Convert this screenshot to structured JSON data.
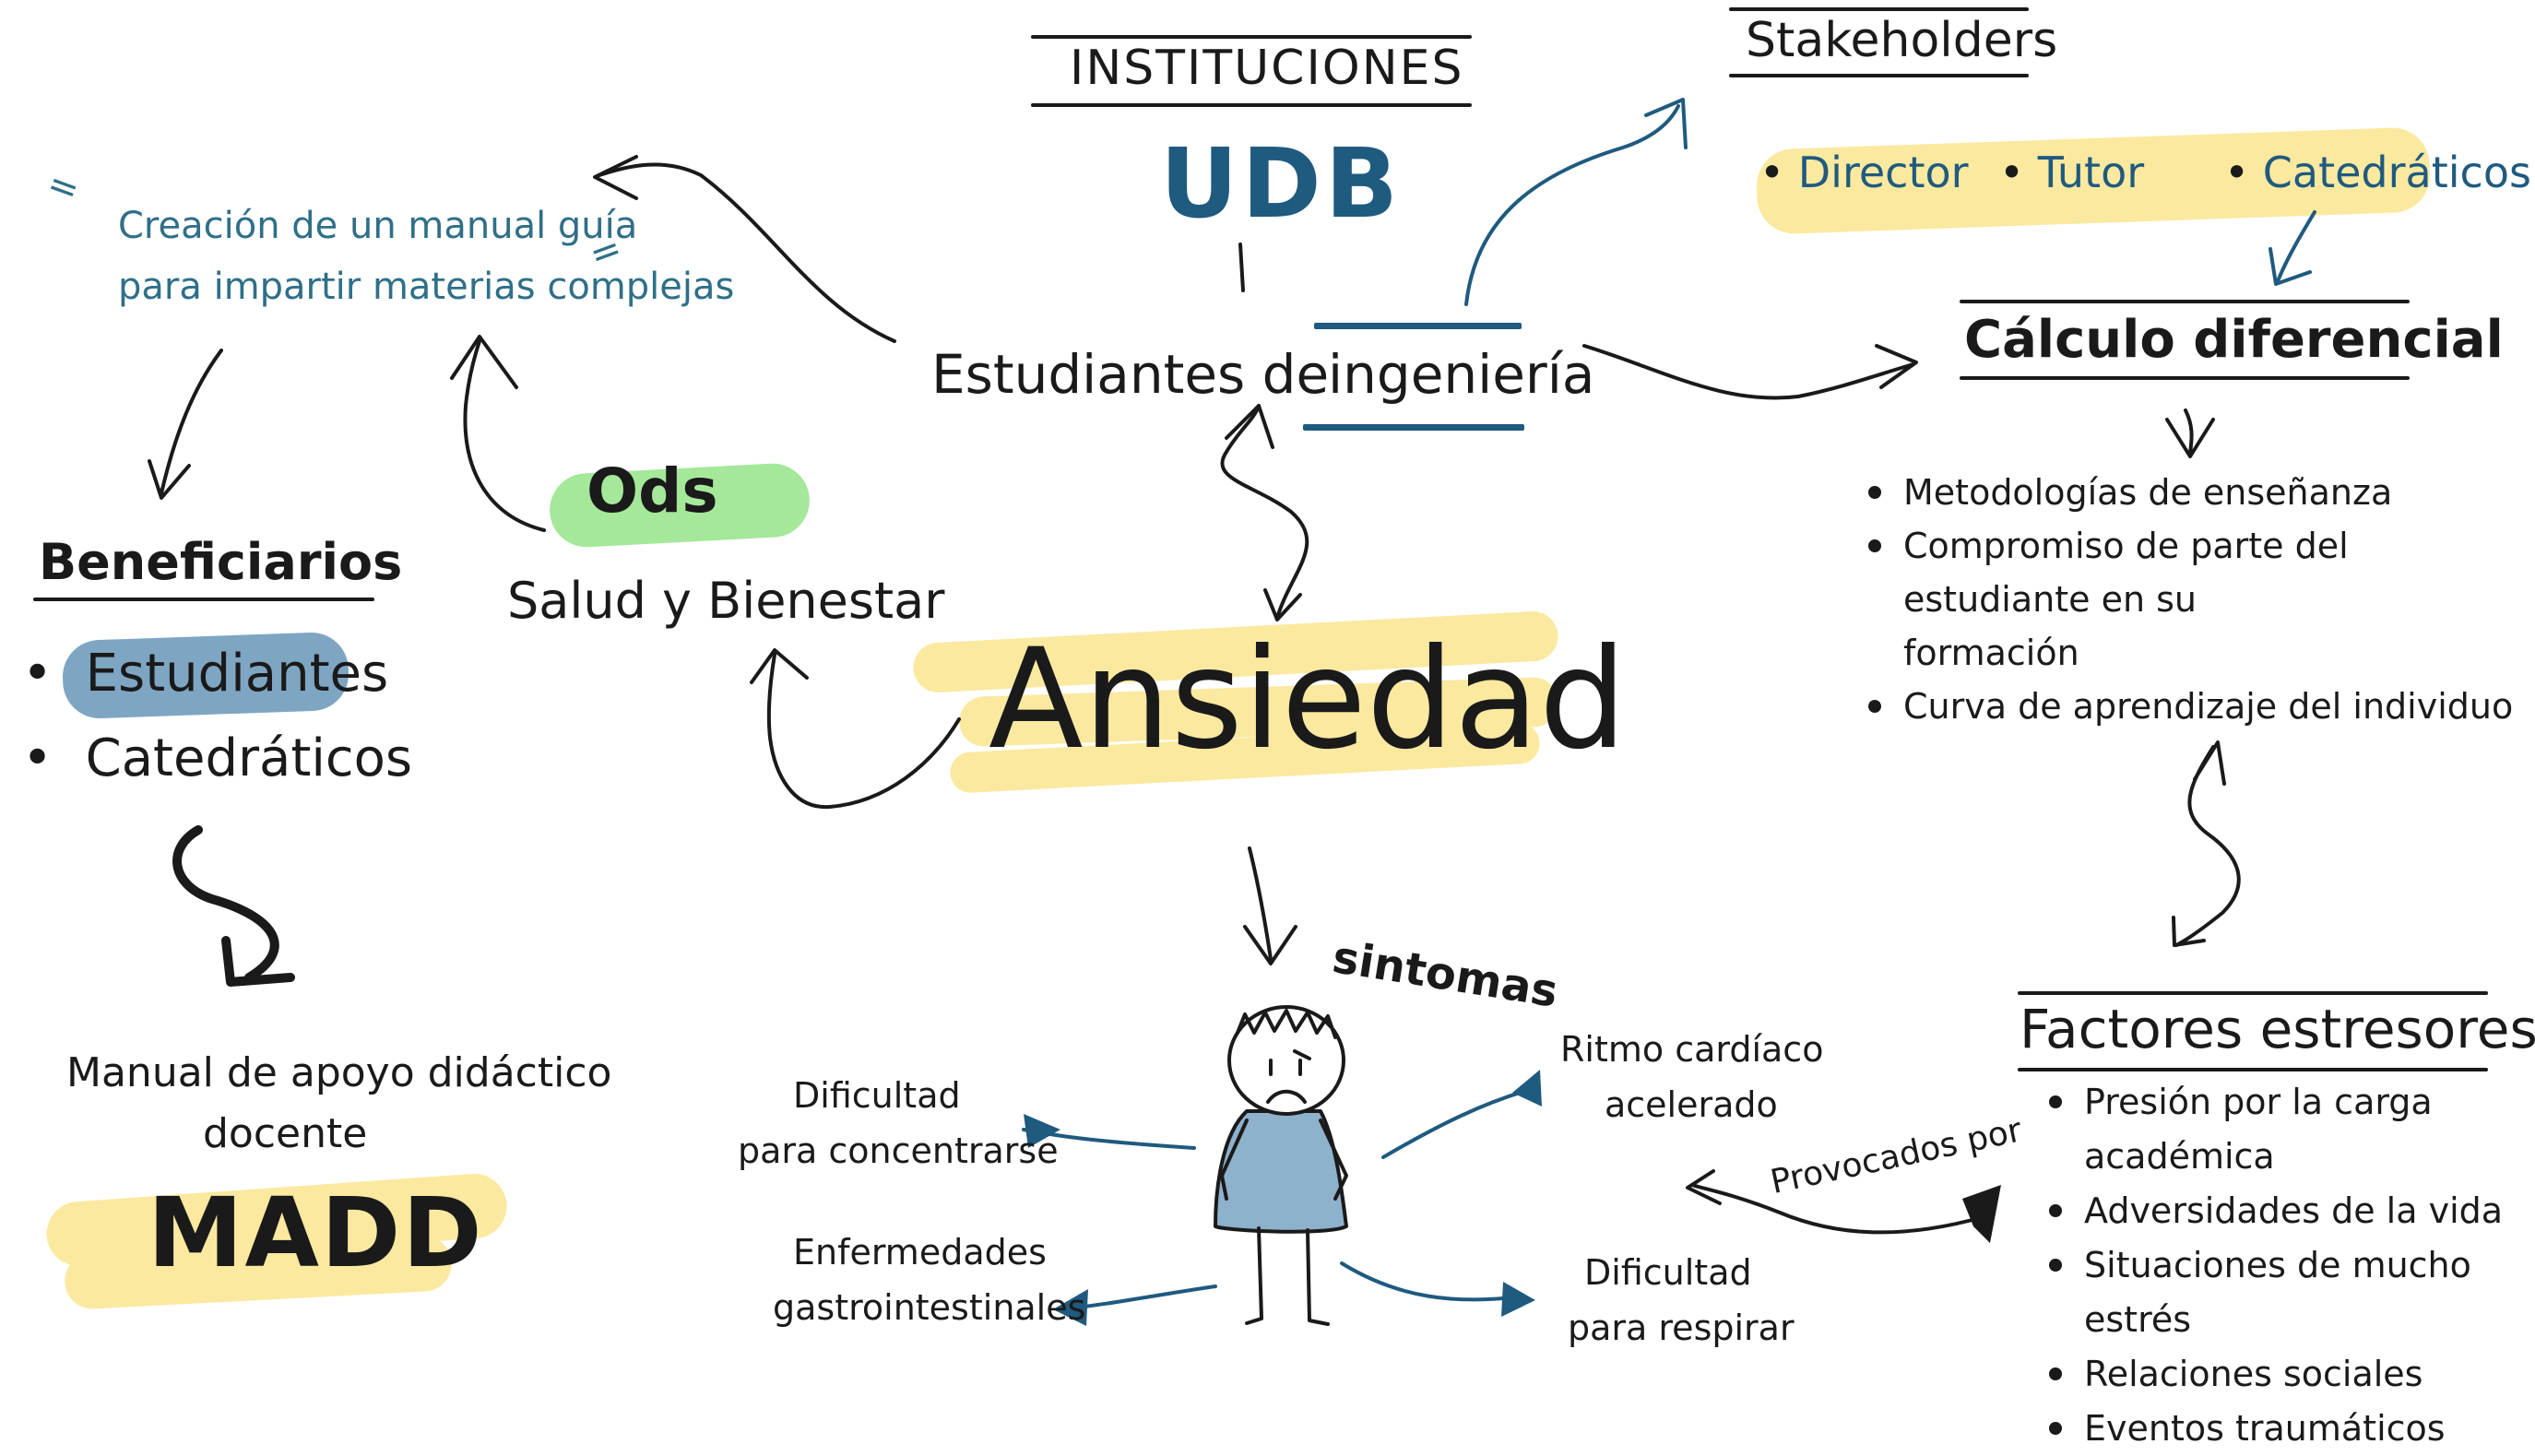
{
  "colors": {
    "ink": "#1a1a1a",
    "blue": "#1f5a7f",
    "teal": "#2f6f88",
    "yellow": "#fbe9a0",
    "green": "#a5e89a",
    "steel": "#7ea6c3"
  },
  "instituciones": {
    "heading": "INSTITUCIONES",
    "name": "UDB"
  },
  "center": {
    "line1": "Estudiantes de",
    "line2": "ingeniería",
    "main": "Ansiedad"
  },
  "stakeholders": {
    "heading": "Stakeholders",
    "items": [
      "Director",
      "Tutor",
      "Catedráticos"
    ]
  },
  "calculo": {
    "heading": "Cálculo diferencial",
    "items": [
      "Metodologías de enseñanza",
      "Compromiso de parte del estudiante en su",
      "formación",
      "Curva de aprendizaje del individuo"
    ]
  },
  "creacion": {
    "line1": "Creación de un manual guía",
    "line2": "para impartir materias complejas"
  },
  "ods": {
    "label": "Ods",
    "sub": "Salud y Bienestar"
  },
  "beneficiarios": {
    "heading": "Beneficiarios",
    "items": [
      "Estudiantes",
      "Catedráticos"
    ]
  },
  "manual": {
    "line1": "Manual de apoyo didáctico",
    "line2": "docente",
    "acronym": "MADD"
  },
  "sintomas": {
    "heading": "sintomas",
    "items": [
      {
        "line1": "Dificultad",
        "line2": "para concentrarse"
      },
      {
        "line1": "Enfermedades",
        "line2": "gastrointestinales"
      },
      {
        "line1": "Ritmo cardíaco",
        "line2": "acelerado"
      },
      {
        "line1": "Dificultad",
        "line2": "para respirar"
      }
    ]
  },
  "factores": {
    "heading": "Factores estresores:",
    "items": [
      "Presión por la carga académica",
      "Adversidades de la vida",
      "Situaciones de mucho estrés",
      "Relaciones sociales",
      "Eventos traumáticos"
    ],
    "link": "Provocados por"
  }
}
